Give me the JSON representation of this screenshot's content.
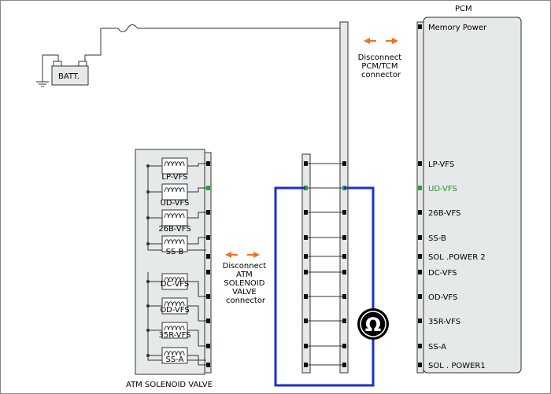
{
  "pcm": {
    "title": "PCM",
    "memory_power": "Memory Power",
    "pins": [
      "LP-VFS",
      "UD-VFS",
      "26B-VFS",
      "SS-B",
      "SOL .POWER 2",
      "DC-VFS",
      "OD-VFS",
      "35R-VFS",
      "SS-A",
      "SOL . POWER1"
    ],
    "highlight_index": 1
  },
  "battery": {
    "label": "BATT."
  },
  "disconnect_pcm": [
    "Disconnect",
    "PCM/TCM",
    "connector"
  ],
  "disconnect_atm": [
    "Disconnect",
    "ATM",
    "SOLENOID",
    "VALVE",
    "connector"
  ],
  "solenoids": [
    "LP-VFS",
    "UD-VFS",
    "26B-VFS",
    "SS-B",
    "DC-VFS",
    "OD-VFS",
    "35R-VFS",
    "SS-A"
  ],
  "atm_title": "ATM SOLENOID VALVE",
  "meter": {
    "symbol": "Ω"
  },
  "colors": {
    "highlight": "#2e8b2e",
    "probe_wire": "#1a2fd0",
    "arrow": "#f07020",
    "panel": "#e6e9ea"
  }
}
